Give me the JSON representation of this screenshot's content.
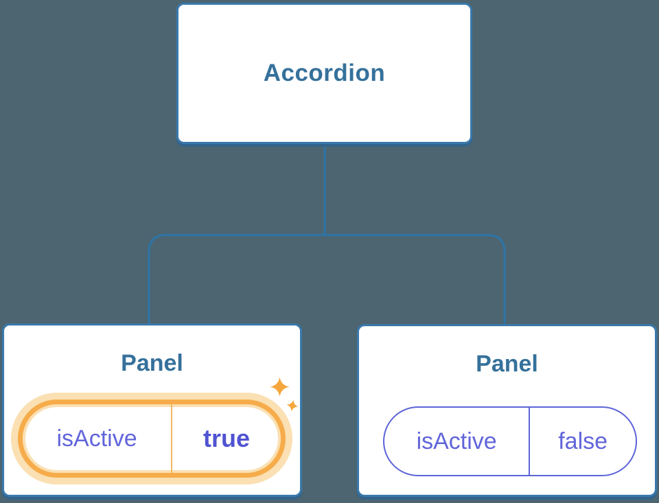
{
  "diagram": {
    "description": "Component tree diagram: Accordion parent with two Panel children holding isActive state",
    "background_color": "#4C6571",
    "root": {
      "label": "Accordion"
    },
    "panels": [
      {
        "label": "Panel",
        "state_key": "isActive",
        "state_value": "true",
        "highlighted": true
      },
      {
        "label": "Panel",
        "state_key": "isActive",
        "state_value": "false",
        "highlighted": false
      }
    ],
    "colors": {
      "node_border": "#3B79AC",
      "node_shadow": "#32638C",
      "connector_line": "#2E74A7",
      "title_text": "#35719B",
      "state_text": "#6165DA",
      "state_value_active_text": "#5053D2",
      "active_ring": "#F6AC4B",
      "active_glow": "#FAE0B2",
      "active_divider": "#F2B763",
      "inactive_border": "#5C63D8",
      "sparkle": "#F5A63C"
    }
  }
}
